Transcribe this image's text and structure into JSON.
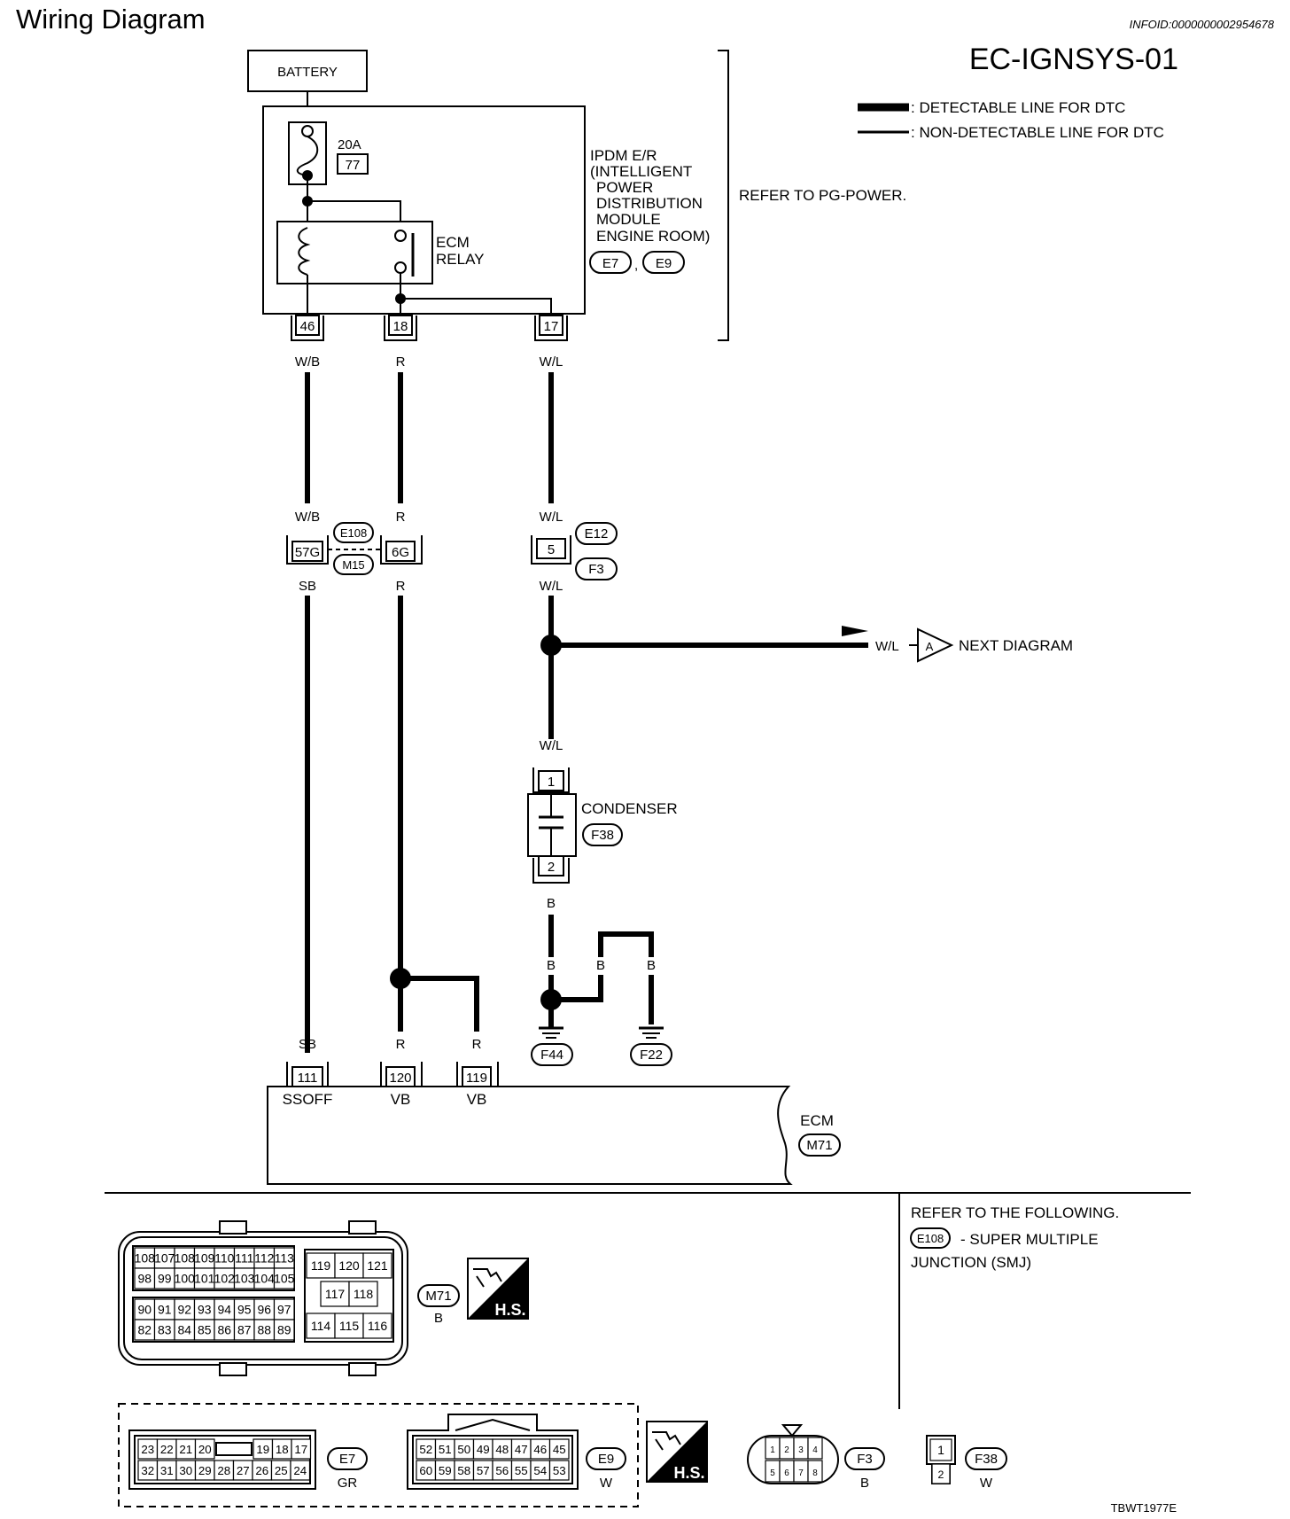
{
  "header": {
    "title": "Wiring Diagram",
    "infoid": "INFOID:0000000002954678",
    "diagram_code": "EC-IGNSYS-01",
    "footer_code": "TBWT1977E"
  },
  "legend": {
    "detectable": ": DETECTABLE LINE FOR DTC",
    "non_detectable": ": NON-DETECTABLE LINE FOR DTC"
  },
  "battery": "BATTERY",
  "fuse": {
    "rating": "20A",
    "number": "77"
  },
  "relay": {
    "line1": "ECM",
    "line2": "RELAY"
  },
  "ipdm": {
    "lines": [
      "IPDM E/R",
      "(INTELLIGENT",
      "POWER",
      "DISTRIBUTION",
      "MODULE",
      "ENGINE ROOM)"
    ],
    "conn1": "E7",
    "sep": ",",
    "conn2": "E9",
    "pins": [
      "46",
      "18",
      "17"
    ]
  },
  "refer_power": "REFER TO PG-POWER.",
  "wires": {
    "wb": "W/B",
    "r": "R",
    "wl": "W/L",
    "sb": "SB",
    "b": "B"
  },
  "joint": {
    "pin_a": "57G",
    "pin_b": "6G",
    "conn_top": "E108",
    "conn_bottom": "M15"
  },
  "e12_joint": {
    "pin": "5",
    "conn_top": "E12",
    "conn_bottom": "F3"
  },
  "next": {
    "letter": "A",
    "label": "NEXT DIAGRAM"
  },
  "condenser": {
    "label": "CONDENSER",
    "conn": "F38",
    "pin1": "1",
    "pin2": "2"
  },
  "grounds": {
    "g1": "F44",
    "g2": "F22"
  },
  "ecm": {
    "label": "ECM",
    "conn": "M71",
    "pins": [
      {
        "num": "111",
        "name": "SSOFF"
      },
      {
        "num": "120",
        "name": "VB"
      },
      {
        "num": "119",
        "name": "VB"
      }
    ]
  },
  "refer_following": {
    "line1": "REFER TO THE FOLLOWING.",
    "conn": "E108",
    "desc1": "- SUPER MULTIPLE",
    "desc2": "JUNCTION (SMJ)"
  },
  "connectors": {
    "m71": {
      "name": "M71",
      "color": "B",
      "hs": "H.S.",
      "left_top1": [
        "108",
        "107",
        "108",
        "109",
        "110",
        "111",
        "112",
        "113"
      ],
      "left_top2": [
        "98",
        "99",
        "100",
        "101",
        "102",
        "103",
        "104",
        "105"
      ],
      "left_bot1": [
        "90",
        "91",
        "92",
        "93",
        "94",
        "95",
        "96",
        "97"
      ],
      "left_bot2": [
        "82",
        "83",
        "84",
        "85",
        "86",
        "87",
        "88",
        "89"
      ],
      "right_row1": [
        "119",
        "120",
        "121"
      ],
      "right_row2": [
        "117",
        "118"
      ],
      "right_row3": [
        "114",
        "115",
        "116"
      ]
    },
    "e7": {
      "name": "E7",
      "color": "GR",
      "row1": [
        "23",
        "22",
        "21",
        "20",
        "19",
        "18",
        "17"
      ],
      "row2": [
        "32",
        "31",
        "30",
        "29",
        "28",
        "27",
        "26",
        "25",
        "24"
      ]
    },
    "e9": {
      "name": "E9",
      "color": "W",
      "hs": "H.S.",
      "row1": [
        "52",
        "51",
        "50",
        "49",
        "48",
        "47",
        "46",
        "45"
      ],
      "row2": [
        "60",
        "59",
        "58",
        "57",
        "56",
        "55",
        "54",
        "53"
      ]
    },
    "f3": {
      "name": "F3",
      "color": "B",
      "row1": [
        "1",
        "2",
        "3",
        "4"
      ],
      "row2": [
        "5",
        "6",
        "7",
        "8"
      ]
    },
    "f38": {
      "name": "F38",
      "color": "W",
      "row1": [
        "1"
      ],
      "row2": [
        "2"
      ]
    }
  }
}
